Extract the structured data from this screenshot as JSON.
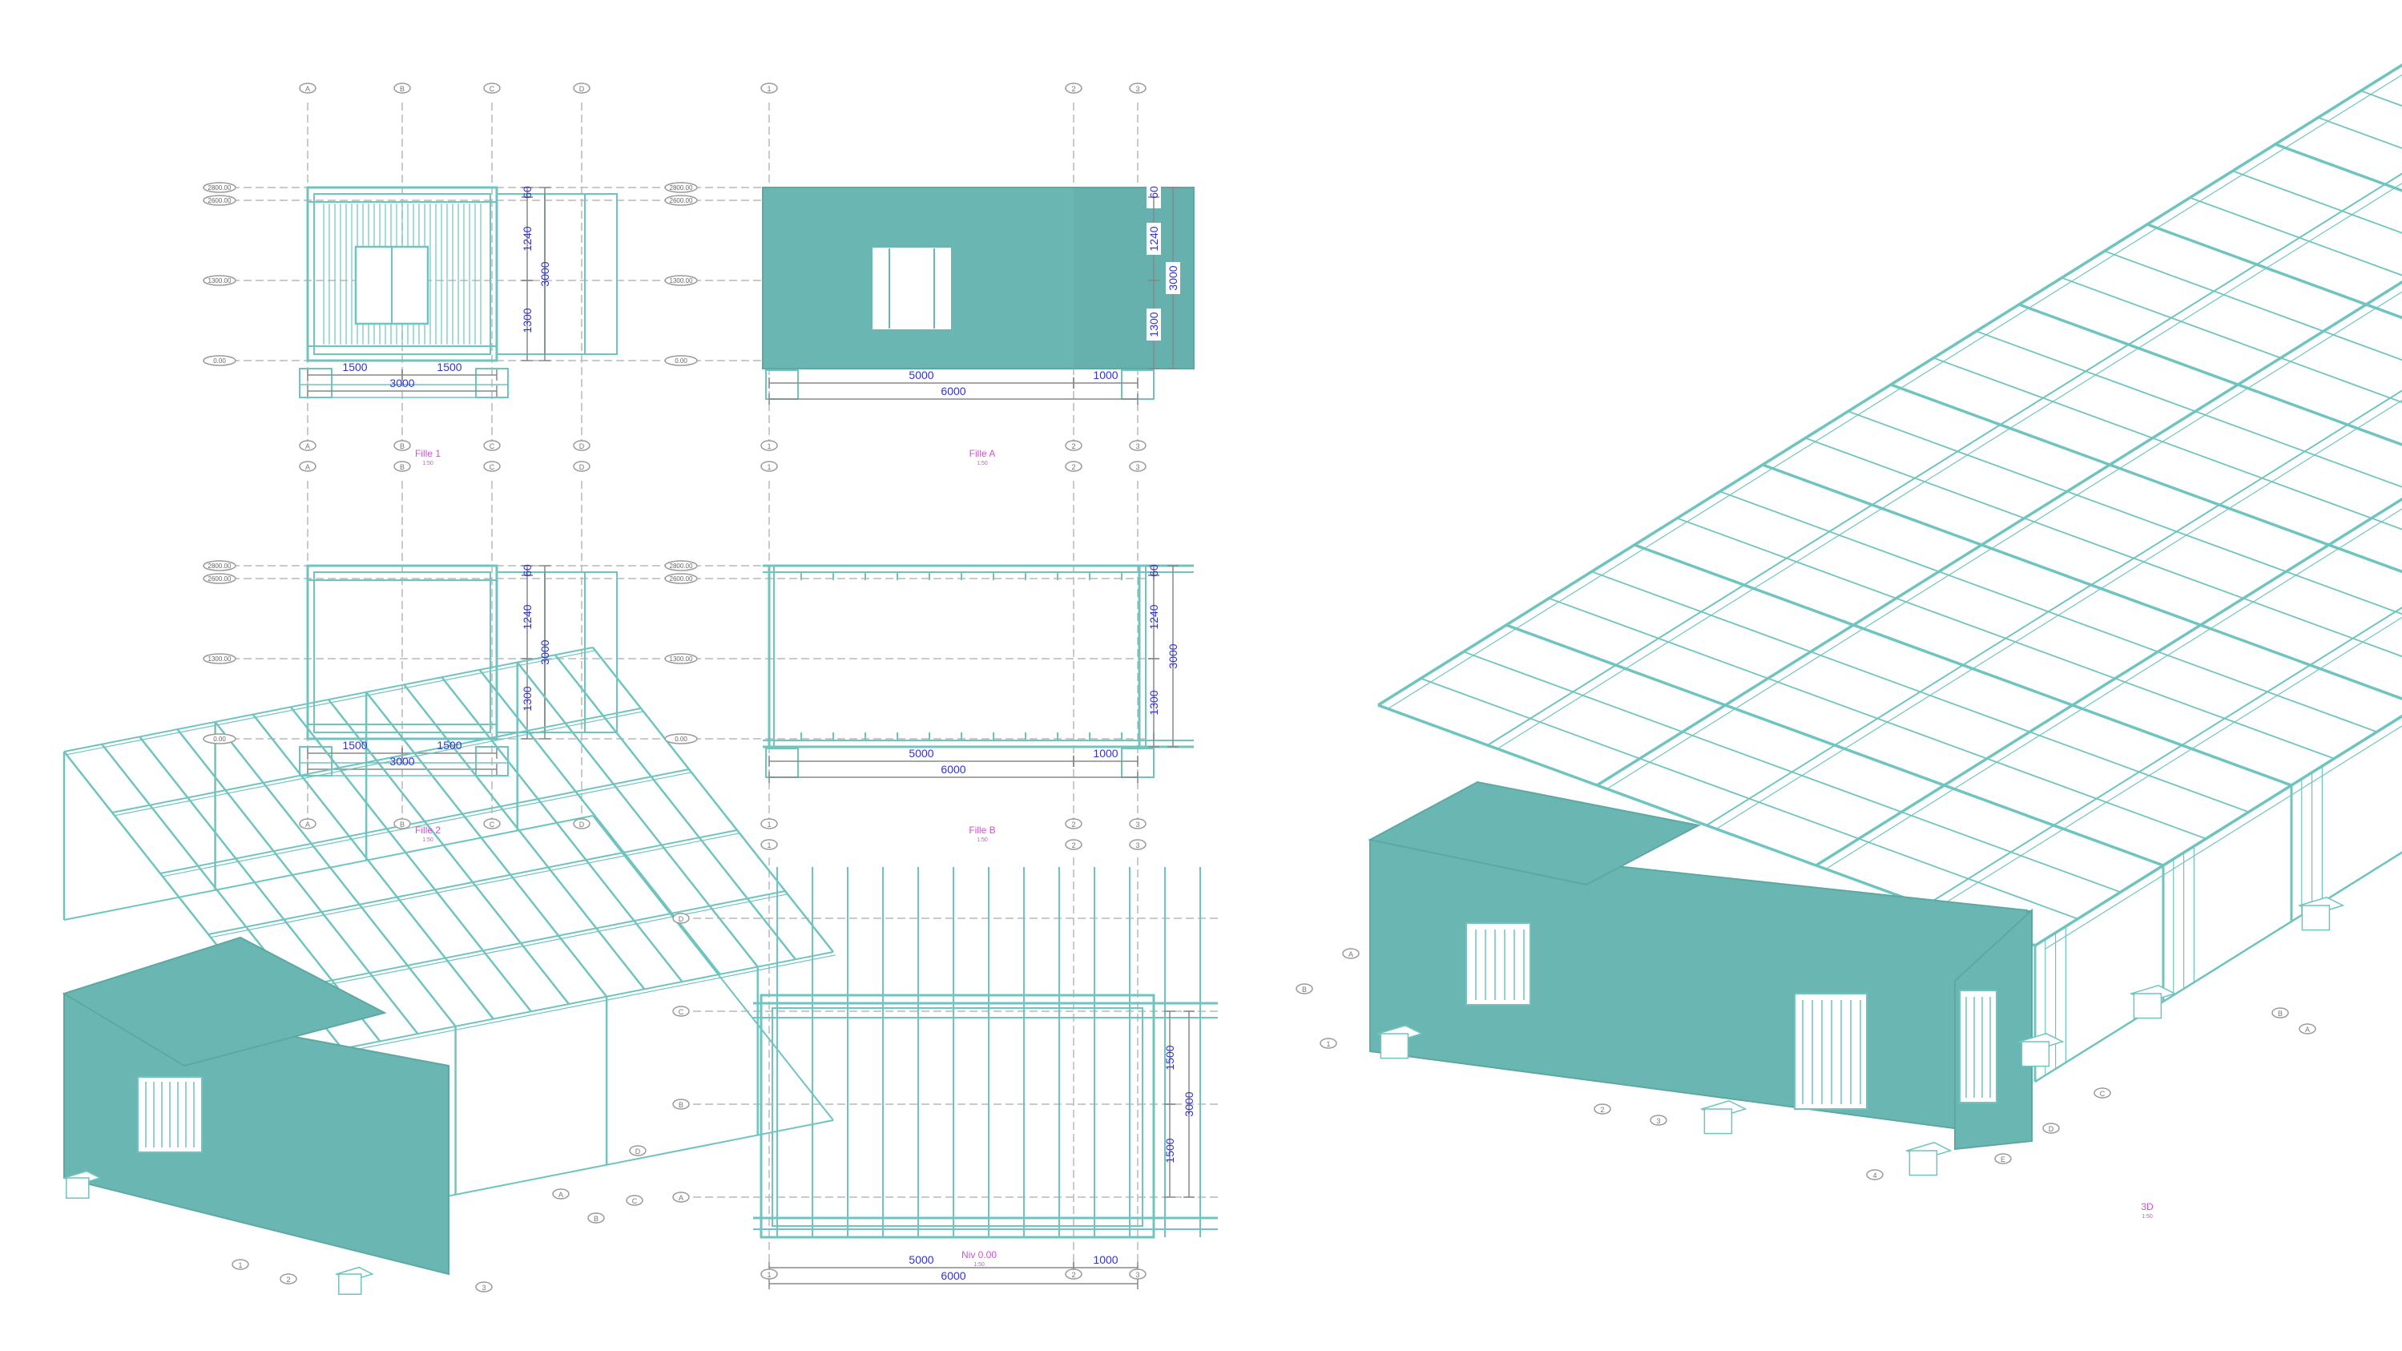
{
  "colors": {
    "frame": "#6fc4bf",
    "panel": "#6ab6b2",
    "panel_dark": "#5ea8a4",
    "grid": "#b9b9b9",
    "dim": "#3333cc",
    "title": "#d24fd2",
    "bubble": "#9a9a9a"
  },
  "views": {
    "fille1": {
      "title": "Fille 1",
      "scale": "1:50",
      "grid_top": [
        "A",
        "B",
        "C",
        "D"
      ],
      "grid_bottom": [
        "A",
        "B",
        "C",
        "D"
      ],
      "levels_left": [
        "2800.00",
        "2600.00",
        "1300.00",
        "0.00"
      ],
      "dims_horizontal": [
        "1500",
        "1500",
        "3000"
      ],
      "dims_vertical": [
        "60",
        "1240",
        "1300",
        "3000"
      ]
    },
    "filleA": {
      "title": "Fille A",
      "scale": "1:50",
      "grid_top": [
        "1",
        "2",
        "3"
      ],
      "grid_bottom": [
        "1",
        "2",
        "3"
      ],
      "levels_left": [
        "2800.00",
        "2600.00",
        "1300.00",
        "0.00"
      ],
      "dims_horizontal": [
        "5000",
        "1000",
        "6000"
      ],
      "dims_vertical": [
        "60",
        "1240",
        "1300",
        "3000"
      ]
    },
    "fille2": {
      "title": "Fille 2",
      "scale": "1:50",
      "grid_top": [
        "A",
        "B",
        "C",
        "D"
      ],
      "grid_bottom": [
        "A",
        "B",
        "C",
        "D"
      ],
      "levels_left": [
        "2800.00",
        "2600.00",
        "1300.00",
        "0.00"
      ],
      "dims_horizontal": [
        "1500",
        "1500",
        "3000"
      ],
      "dims_vertical": [
        "60",
        "1240",
        "1300",
        "3000"
      ]
    },
    "filleB": {
      "title": "Fille B",
      "scale": "1:50",
      "grid_top": [
        "1",
        "2",
        "3"
      ],
      "grid_bottom": [
        "1",
        "2",
        "3"
      ],
      "levels_left": [
        "2800.00",
        "2600.00",
        "1300.00",
        "0.00"
      ],
      "dims_horizontal": [
        "5000",
        "1000",
        "6000"
      ],
      "dims_vertical": [
        "60",
        "1240",
        "1300",
        "3000"
      ]
    },
    "plan": {
      "title": "Niv 0.00",
      "scale": "1:50",
      "grid_top": [
        "1",
        "2",
        "3"
      ],
      "grid_bottom": [
        "1",
        "2",
        "3"
      ],
      "grid_left": [
        "D",
        "C",
        "B",
        "A"
      ],
      "dims_horizontal": [
        "5000",
        "1000",
        "6000"
      ],
      "dims_vertical": [
        "1500",
        "1500",
        "3000"
      ]
    },
    "iso_small": {
      "grid_bubbles": [
        "1",
        "2",
        "3",
        "A",
        "B",
        "C",
        "D"
      ]
    },
    "iso_large": {
      "title": "3D",
      "scale": "1:50",
      "grid_bubbles": [
        "A",
        "B",
        "1",
        "2",
        "3",
        "4",
        "A",
        "B",
        "C",
        "D",
        "E"
      ]
    }
  }
}
